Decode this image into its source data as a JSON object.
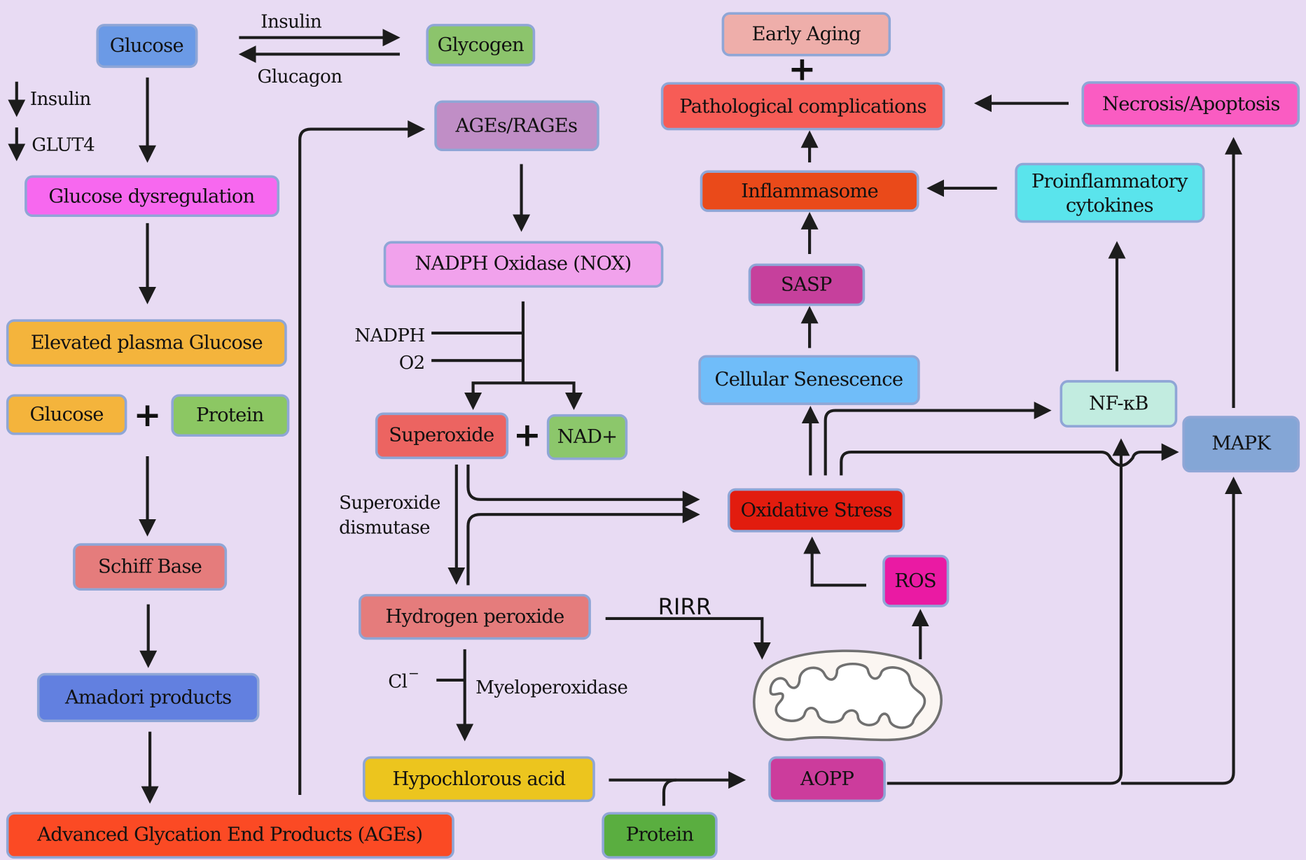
{
  "title": "Glucose dysregulation, AGEs and oxidative stress pathway diagram",
  "nodes": {
    "glucose_top": {
      "label": "Glucose",
      "color": "#6b9ae6"
    },
    "glycogen": {
      "label": "Glycogen",
      "color": "#8cc46c"
    },
    "glucose_dysregulation": {
      "label": "Glucose dysregulation",
      "color": "#f768ef"
    },
    "elevated_plasma_glucose": {
      "label": "Elevated plasma Glucose",
      "color": "#f4b43c"
    },
    "glucose_mid": {
      "label": "Glucose",
      "color": "#f4b43c"
    },
    "protein_mid": {
      "label": "Protein",
      "color": "#8cc763"
    },
    "schiff_base": {
      "label": "Schiff Base",
      "color": "#e57c7c"
    },
    "amadori_products": {
      "label": "Amadori products",
      "color": "#6280e0"
    },
    "ages": {
      "label": "Advanced Glycation End Products (AGEs)",
      "color": "#fb4a24"
    },
    "ages_rages": {
      "label": "AGEs/RAGEs",
      "color": "#c08ec6"
    },
    "nadph_oxidase": {
      "label": "NADPH Oxidase (NOX)",
      "color": "#f1a2ec"
    },
    "superoxide": {
      "label": "Superoxide",
      "color": "#ec6461"
    },
    "nad_plus": {
      "label": "NAD+",
      "color": "#8cc76b"
    },
    "hydrogen_peroxide": {
      "label": "Hydrogen peroxide",
      "color": "#e57c7c"
    },
    "hypochlorous_acid": {
      "label": "Hypochlorous acid",
      "color": "#ecc51e"
    },
    "protein_bottom": {
      "label": "Protein",
      "color": "#5aae40"
    },
    "aopp": {
      "label": "AOPP",
      "color": "#cc3c9c"
    },
    "oxidative_stress": {
      "label": "Oxidative Stress",
      "color": "#e21c0e"
    },
    "ros": {
      "label": "ROS",
      "color": "#ea1aa3"
    },
    "cellular_senescence": {
      "label": "Cellular Senescence",
      "color": "#70bdf9"
    },
    "sasp": {
      "label": "SASP",
      "color": "#c6409c"
    },
    "inflammasome": {
      "label": "Inflammasome",
      "color": "#ea4a1a"
    },
    "pathological_complications": {
      "label": "Pathological complications",
      "color": "#f75c56"
    },
    "early_aging": {
      "label": "Early Aging",
      "color": "#eeaeaa"
    },
    "necrosis_apoptosis": {
      "label": "Necrosis/Apoptosis",
      "color": "#fa5cc2"
    },
    "proinflammatory_cytokines": {
      "label_line1": "Proinflammatory",
      "label_line2": "cytokines",
      "color": "#5ae4ec"
    },
    "nf_kb": {
      "label": "NF-κB",
      "color": "#c2ece0"
    },
    "mapk": {
      "label": "MAPK",
      "color": "#84a6d6"
    }
  },
  "annotations": {
    "insulin_arrow": "Insulin",
    "glucagon_arrow": "Glucagon",
    "decreased_insulin": "Insulin",
    "decreased_glut4": "GLUT4",
    "nadph": "NADPH",
    "o2": "O2",
    "superoxide_dismutase_1": "Superoxide",
    "superoxide_dismutase_2": "dismutase",
    "chloride": "Cl",
    "chloride_charge": "−",
    "myeloperoxidase": "Myeloperoxidase",
    "rirr": "RIRR",
    "plus": "+"
  },
  "background": "#e8dbf3"
}
